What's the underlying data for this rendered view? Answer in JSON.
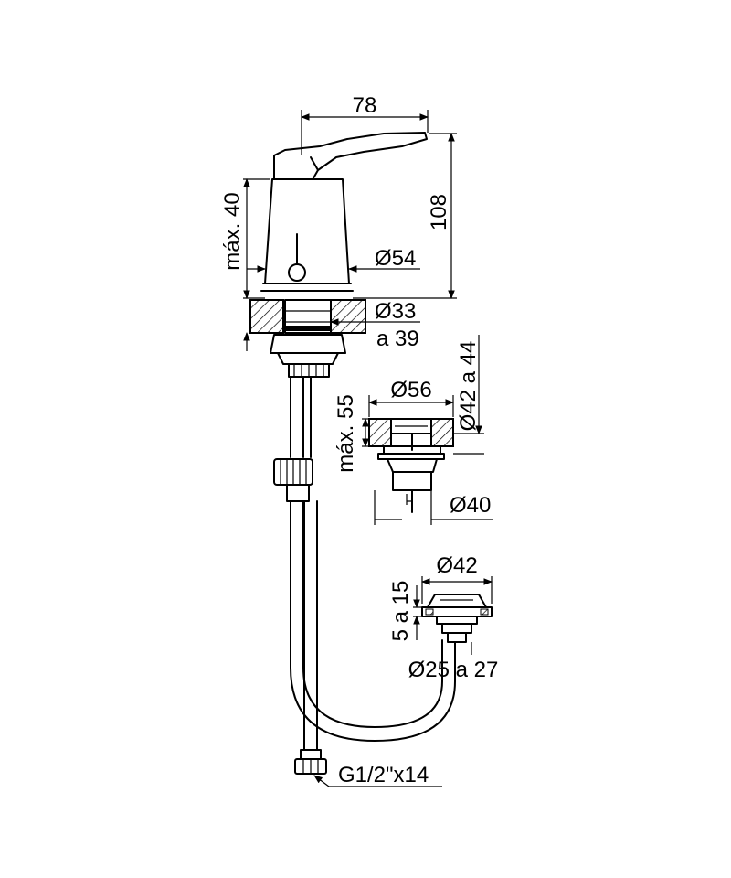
{
  "dimensions": {
    "top_width": "78",
    "height": "108",
    "max_height": "máx. 40",
    "body_diameter": "Ø54",
    "hole_diameter": "Ø33",
    "hole_range": "a 39",
    "mid_diameter": "Ø56",
    "mid_max_height": "máx. 55",
    "mid_range": "Ø42 a 44",
    "mid_bottom_diameter": "Ø40",
    "small_diameter": "Ø42",
    "small_height_range": "5 a 15",
    "small_bottom_range": "Ø25 a 27",
    "hose_thread": "G1/2\"x14"
  }
}
